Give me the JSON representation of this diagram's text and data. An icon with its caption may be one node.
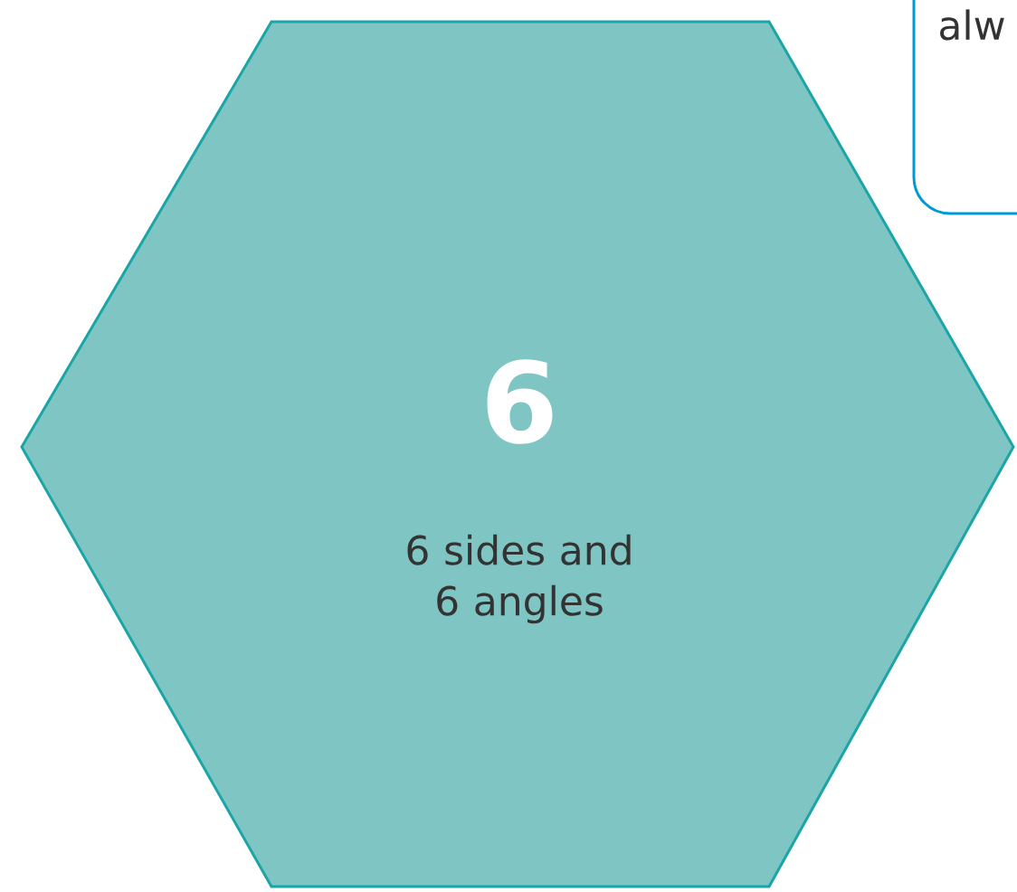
{
  "diagram": {
    "nodes": [
      {
        "text": [
          "6",
          "6 sides and 6 angles"
        ]
      },
      {
        "text": [
          "alw"
        ]
      }
    ]
  }
}
